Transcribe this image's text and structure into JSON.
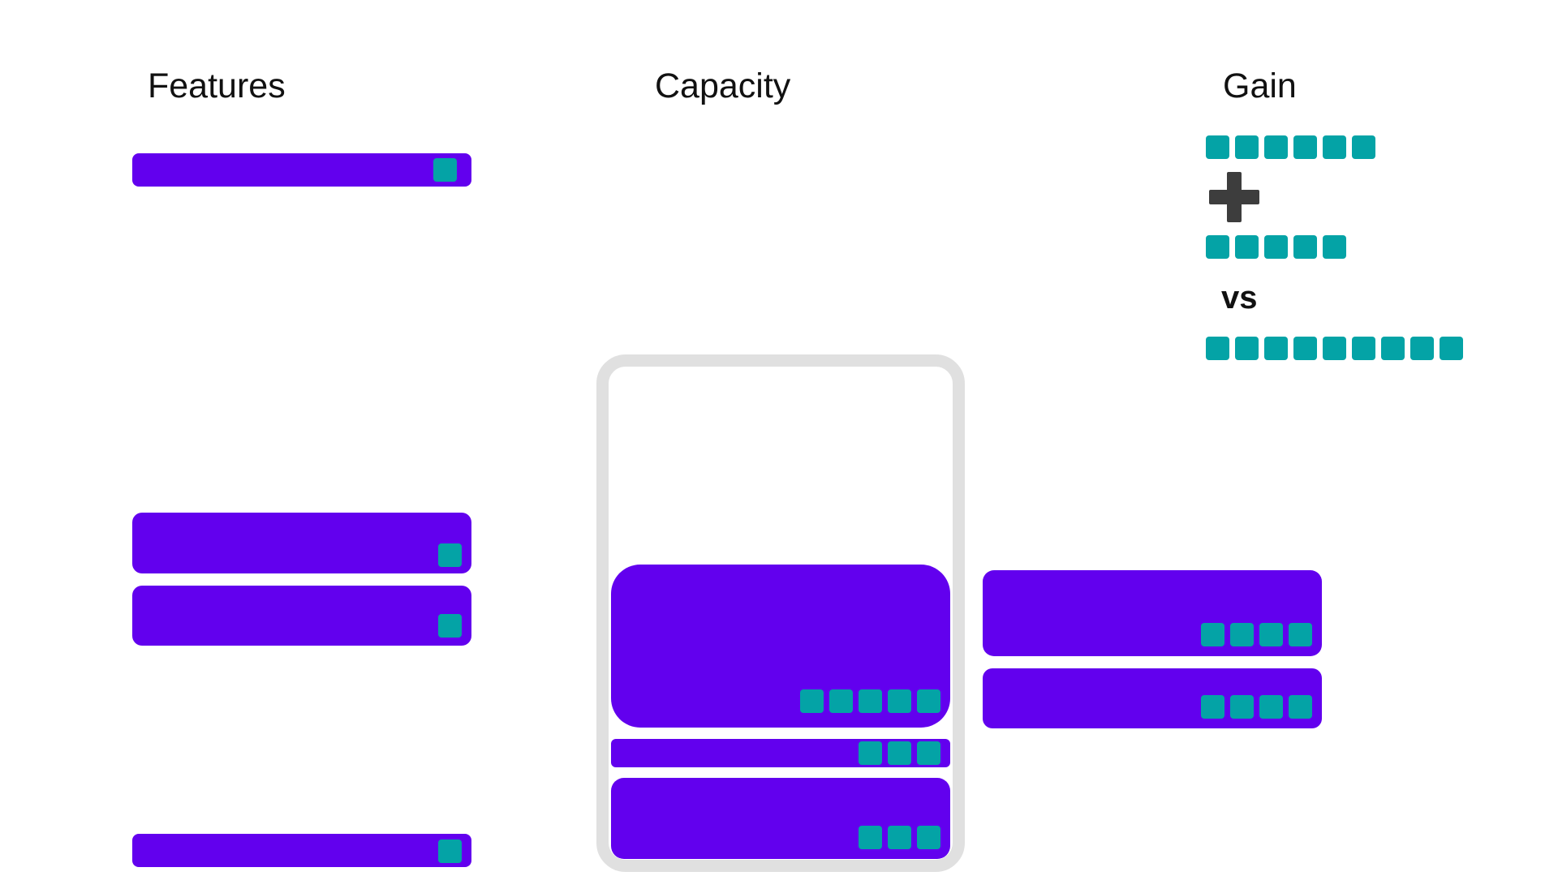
{
  "headings": {
    "features": "Features",
    "capacity": "Capacity",
    "gain": "Gain"
  },
  "gain_panel": {
    "operator_icon": "plus-icon",
    "comparison_word": "vs",
    "row_a_blocks": 6,
    "row_b_blocks": 5,
    "row_total_blocks": 9
  },
  "colors": {
    "bar": "#6200ee",
    "block": "#04a3a6",
    "container_border": "#e0e0e0",
    "operator": "#3d3d3d"
  },
  "features_bars": [
    {
      "name": "features-bar-1",
      "blocks": 1
    },
    {
      "name": "features-bar-2",
      "blocks": 1
    },
    {
      "name": "features-bar-3",
      "blocks": 1
    },
    {
      "name": "features-bar-4",
      "blocks": 1
    }
  ],
  "capacity_bars": [
    {
      "name": "capacity-bar-large",
      "blocks": 5
    },
    {
      "name": "capacity-bar-thin",
      "blocks": 3
    },
    {
      "name": "capacity-bar-bottom",
      "blocks": 3
    }
  ],
  "overflow_bars": [
    {
      "name": "overflow-bar-1",
      "blocks": 4
    },
    {
      "name": "overflow-bar-2",
      "blocks": 4
    }
  ]
}
